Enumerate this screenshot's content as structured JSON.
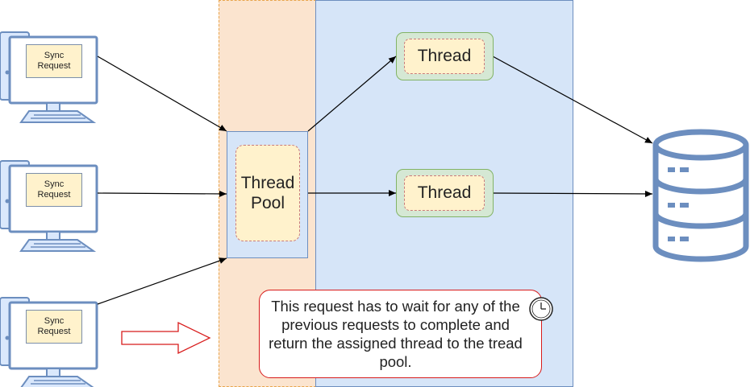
{
  "clients": [
    {
      "label": "Sync\nRequest"
    },
    {
      "label": "Sync\nRequest"
    },
    {
      "label": "Sync\nRequest"
    }
  ],
  "thread_pool": {
    "label": "Thread\nPool"
  },
  "threads": [
    {
      "label": "Thread"
    },
    {
      "label": "Thread"
    }
  ],
  "note": {
    "text": "This request has to wait for any of the previous requests to complete and return the assigned thread to the tread pool."
  },
  "icons": {
    "client": "desktop-computer-icon",
    "database": "database-icon",
    "clock": "clock-icon",
    "waiting_arrow": "block-arrow-right-icon"
  },
  "colors": {
    "peach_zone": "#fbe4cf",
    "blue_zone": "#d6e5f8",
    "thread_green": "#d5e8d4",
    "label_yellow": "#fff2cc",
    "note_border": "#d81b1b",
    "icon_blue": "#6c8ebf"
  }
}
